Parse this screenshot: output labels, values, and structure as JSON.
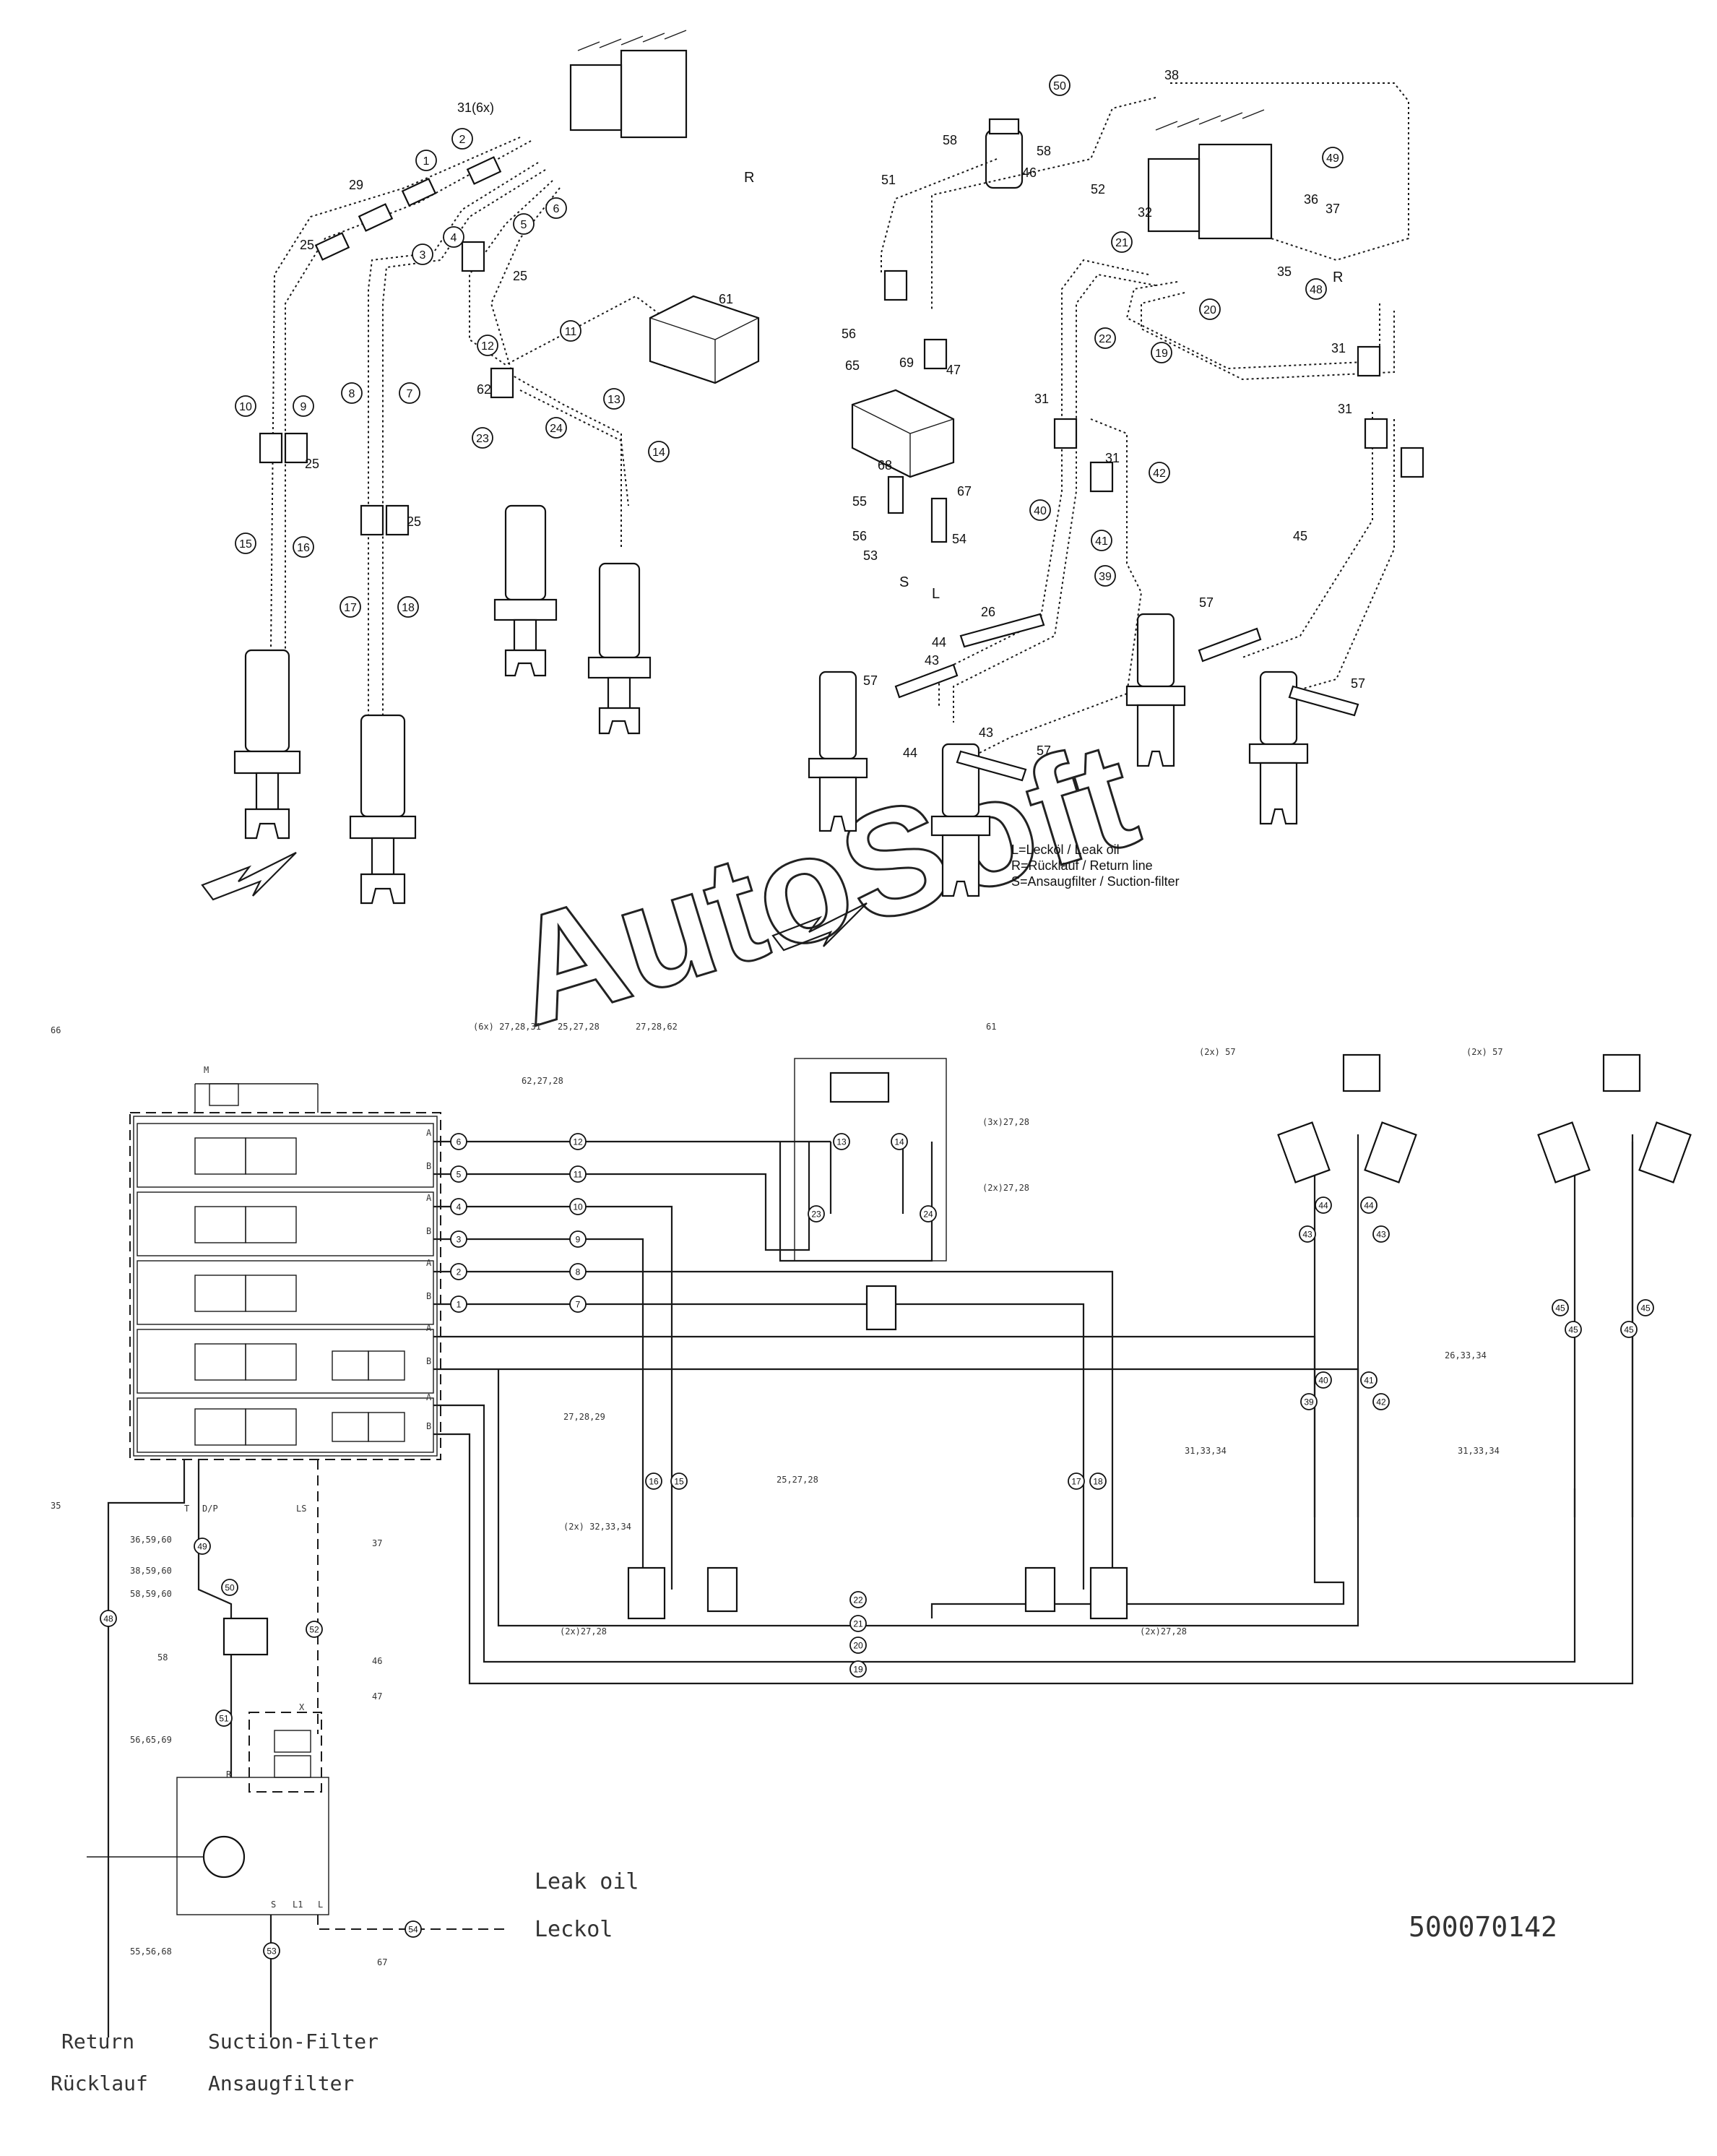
{
  "drawing_number": "500070142",
  "watermark": "AutoSoft",
  "legend": {
    "leak": "L=Lecköl / Leak oil",
    "return": "R=Rücklauf / Return line",
    "suction": "S=Ansaugfilter / Suction-filter"
  },
  "schematic_labels": {
    "leak_oil_en": "Leak oil",
    "leak_oil_de": "Leckol",
    "return_en": "Return",
    "return_de": "Rücklauf",
    "suction_en": "Suction-Filter",
    "suction_de": "Ansaugfilter"
  },
  "port_letters": {
    "R": "R",
    "S": "S",
    "L": "L"
  },
  "exploded_left_callouts": [
    {
      "id": "c1",
      "t": "1"
    },
    {
      "id": "c2",
      "t": "2"
    },
    {
      "id": "c3",
      "t": "3"
    },
    {
      "id": "c4",
      "t": "4"
    },
    {
      "id": "c5",
      "t": "5"
    },
    {
      "id": "c6",
      "t": "6"
    },
    {
      "id": "c7",
      "t": "7"
    },
    {
      "id": "c8",
      "t": "8"
    },
    {
      "id": "c9",
      "t": "9"
    },
    {
      "id": "c10",
      "t": "10"
    },
    {
      "id": "c11",
      "t": "11"
    },
    {
      "id": "c12",
      "t": "12"
    },
    {
      "id": "c13",
      "t": "13"
    },
    {
      "id": "c14",
      "t": "14"
    },
    {
      "id": "c15",
      "t": "15"
    },
    {
      "id": "c16",
      "t": "16"
    },
    {
      "id": "c17",
      "t": "17"
    },
    {
      "id": "c18",
      "t": "18"
    },
    {
      "id": "c23",
      "t": "23"
    },
    {
      "id": "c24",
      "t": "24"
    }
  ],
  "exploded_left_plain": [
    {
      "id": "p31",
      "t": "31(6x)"
    },
    {
      "id": "p29",
      "t": "29"
    },
    {
      "id": "p25a",
      "t": "25"
    },
    {
      "id": "p25b",
      "t": "25"
    },
    {
      "id": "p25c",
      "t": "25"
    },
    {
      "id": "p25d",
      "t": "25"
    },
    {
      "id": "p61",
      "t": "61"
    },
    {
      "id": "p62",
      "t": "62"
    }
  ],
  "exploded_right_callouts": [
    {
      "id": "r50",
      "t": "50"
    },
    {
      "id": "r49",
      "t": "49"
    },
    {
      "id": "r21",
      "t": "21"
    },
    {
      "id": "r22",
      "t": "22"
    },
    {
      "id": "r20",
      "t": "20"
    },
    {
      "id": "r19",
      "t": "19"
    },
    {
      "id": "r40",
      "t": "40"
    },
    {
      "id": "r41",
      "t": "41"
    },
    {
      "id": "r39",
      "t": "39"
    },
    {
      "id": "r42",
      "t": "42"
    },
    {
      "id": "r48",
      "t": "48"
    }
  ],
  "exploded_right_plain": [
    {
      "id": "q38",
      "t": "38"
    },
    {
      "id": "q58a",
      "t": "58"
    },
    {
      "id": "q58b",
      "t": "58"
    },
    {
      "id": "q46",
      "t": "46"
    },
    {
      "id": "q51",
      "t": "51"
    },
    {
      "id": "q52",
      "t": "52"
    },
    {
      "id": "q32",
      "t": "32"
    },
    {
      "id": "q36",
      "t": "36"
    },
    {
      "id": "q37",
      "t": "37"
    },
    {
      "id": "q35",
      "t": "35"
    },
    {
      "id": "q56a",
      "t": "56"
    },
    {
      "id": "q65",
      "t": "65"
    },
    {
      "id": "q69",
      "t": "69"
    },
    {
      "id": "q47",
      "t": "47"
    },
    {
      "id": "q68",
      "t": "68"
    },
    {
      "id": "q55",
      "t": "55"
    },
    {
      "id": "q67",
      "t": "67"
    },
    {
      "id": "q56b",
      "t": "56"
    },
    {
      "id": "q53",
      "t": "53"
    },
    {
      "id": "q54",
      "t": "54"
    },
    {
      "id": "q31a",
      "t": "31"
    },
    {
      "id": "q31b",
      "t": "31"
    },
    {
      "id": "q31c",
      "t": "31"
    },
    {
      "id": "q31d",
      "t": "31"
    },
    {
      "id": "q26",
      "t": "26"
    },
    {
      "id": "q44a",
      "t": "44"
    },
    {
      "id": "q43a",
      "t": "43"
    },
    {
      "id": "q57a",
      "t": "57"
    },
    {
      "id": "q43b",
      "t": "43"
    },
    {
      "id": "q44b",
      "t": "44"
    },
    {
      "id": "q57b",
      "t": "57"
    },
    {
      "id": "q45",
      "t": "45"
    },
    {
      "id": "q57c",
      "t": "57"
    },
    {
      "id": "q57d",
      "t": "57"
    }
  ],
  "schematic_refs": [
    {
      "id": "s66",
      "t": "66"
    },
    {
      "id": "s6x",
      "t": "(6x) 27,28,31"
    },
    {
      "id": "s25",
      "t": "25,27,28"
    },
    {
      "id": "s62",
      "t": "27,28,62"
    },
    {
      "id": "s61",
      "t": "61"
    },
    {
      "id": "s6228",
      "t": "62,27,28"
    },
    {
      "id": "s3x",
      "t": "(3x)27,28"
    },
    {
      "id": "s2xa",
      "t": "(2x)27,28"
    },
    {
      "id": "s2x57a",
      "t": "(2x) 57"
    },
    {
      "id": "s2x57b",
      "t": "(2x) 57"
    },
    {
      "id": "s263",
      "t": "26,33,34"
    },
    {
      "id": "s2729",
      "t": "27,28,29"
    },
    {
      "id": "s2528",
      "t": "25,27,28"
    },
    {
      "id": "s3133a",
      "t": "31,33,34"
    },
    {
      "id": "s3133b",
      "t": "31,33,34"
    },
    {
      "id": "s35",
      "t": "35"
    },
    {
      "id": "s3659",
      "t": "36,59,60"
    },
    {
      "id": "s3859",
      "t": "38,59,60"
    },
    {
      "id": "s5859",
      "t": "58,59,60"
    },
    {
      "id": "s58",
      "t": "58"
    },
    {
      "id": "s46",
      "t": "46"
    },
    {
      "id": "s47",
      "t": "47"
    },
    {
      "id": "s37",
      "t": "37"
    },
    {
      "id": "s2x32",
      "t": "(2x) 32,33,34"
    },
    {
      "id": "s2xb",
      "t": "(2x)27,28"
    },
    {
      "id": "s2xc",
      "t": "(2x)27,28"
    },
    {
      "id": "s5665",
      "t": "56,65,69"
    },
    {
      "id": "s5556",
      "t": "55,56,68"
    },
    {
      "id": "s67",
      "t": "67"
    },
    {
      "id": "sM",
      "t": "M"
    },
    {
      "id": "sT",
      "t": "T"
    },
    {
      "id": "sDP",
      "t": "D/P"
    },
    {
      "id": "sLS",
      "t": "LS"
    },
    {
      "id": "sX",
      "t": "X"
    },
    {
      "id": "sR2",
      "t": "R"
    },
    {
      "id": "sS2",
      "t": "S"
    },
    {
      "id": "sL1",
      "t": "L1"
    },
    {
      "id": "sL2",
      "t": "L"
    }
  ],
  "schematic_line_callouts": [
    {
      "id": "l6",
      "t": "6"
    },
    {
      "id": "l5",
      "t": "5"
    },
    {
      "id": "l4",
      "t": "4"
    },
    {
      "id": "l3",
      "t": "3"
    },
    {
      "id": "l2",
      "t": "2"
    },
    {
      "id": "l1",
      "t": "1"
    },
    {
      "id": "l12",
      "t": "12"
    },
    {
      "id": "l11",
      "t": "11"
    },
    {
      "id": "l10",
      "t": "10"
    },
    {
      "id": "l9",
      "t": "9"
    },
    {
      "id": "l8",
      "t": "8"
    },
    {
      "id": "l7",
      "t": "7"
    },
    {
      "id": "l13",
      "t": "13"
    },
    {
      "id": "l14",
      "t": "14"
    },
    {
      "id": "l23",
      "t": "23"
    },
    {
      "id": "l24",
      "t": "24"
    },
    {
      "id": "l16",
      "t": "16"
    },
    {
      "id": "l15",
      "t": "15"
    },
    {
      "id": "l17",
      "t": "17"
    },
    {
      "id": "l18",
      "t": "18"
    },
    {
      "id": "l49",
      "t": "49"
    },
    {
      "id": "l50",
      "t": "50"
    },
    {
      "id": "l48",
      "t": "48"
    },
    {
      "id": "l52",
      "t": "52"
    },
    {
      "id": "l51",
      "t": "51"
    },
    {
      "id": "l53",
      "t": "53"
    },
    {
      "id": "l54",
      "t": "54"
    },
    {
      "id": "l22",
      "t": "22"
    },
    {
      "id": "l21",
      "t": "21"
    },
    {
      "id": "l20",
      "t": "20"
    },
    {
      "id": "l19",
      "t": "19"
    },
    {
      "id": "l44a",
      "t": "44"
    },
    {
      "id": "l43a",
      "t": "43"
    },
    {
      "id": "l44b",
      "t": "44"
    },
    {
      "id": "l43b",
      "t": "43"
    },
    {
      "id": "l40",
      "t": "40"
    },
    {
      "id": "l41",
      "t": "41"
    },
    {
      "id": "l39",
      "t": "39"
    },
    {
      "id": "l42",
      "t": "42"
    },
    {
      "id": "l45a",
      "t": "45"
    },
    {
      "id": "l45b",
      "t": "45"
    },
    {
      "id": "l45c",
      "t": "45"
    },
    {
      "id": "l45d",
      "t": "45"
    }
  ],
  "port_marks": {
    "A": "A",
    "B": "B",
    "M": "M"
  }
}
